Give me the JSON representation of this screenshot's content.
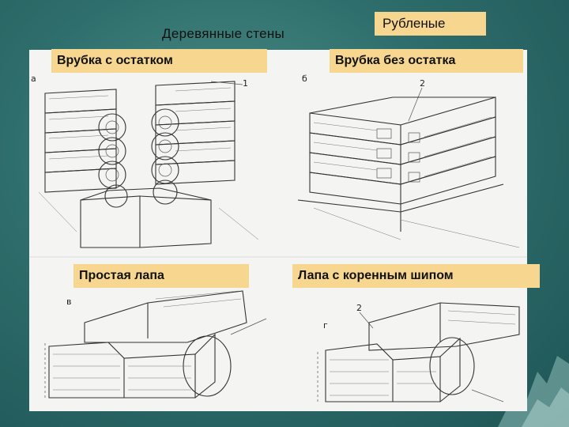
{
  "slide": {
    "title": "Деревянные стены",
    "subtitle": "Рубленые"
  },
  "panels": [
    {
      "label": "Врубка с остатком",
      "letter": "а",
      "callout": "1"
    },
    {
      "label": "Врубка без остатка",
      "letter": "б",
      "callout": "2"
    },
    {
      "label": "Простая лапа",
      "letter": "в",
      "callout": ""
    },
    {
      "label": "Лапа с коренным шипом",
      "letter": "г",
      "callout": "2"
    }
  ],
  "colors": {
    "label_bg": "#f7d68f",
    "background": "#2e6e6c",
    "image_bg": "#f4f4f2"
  }
}
